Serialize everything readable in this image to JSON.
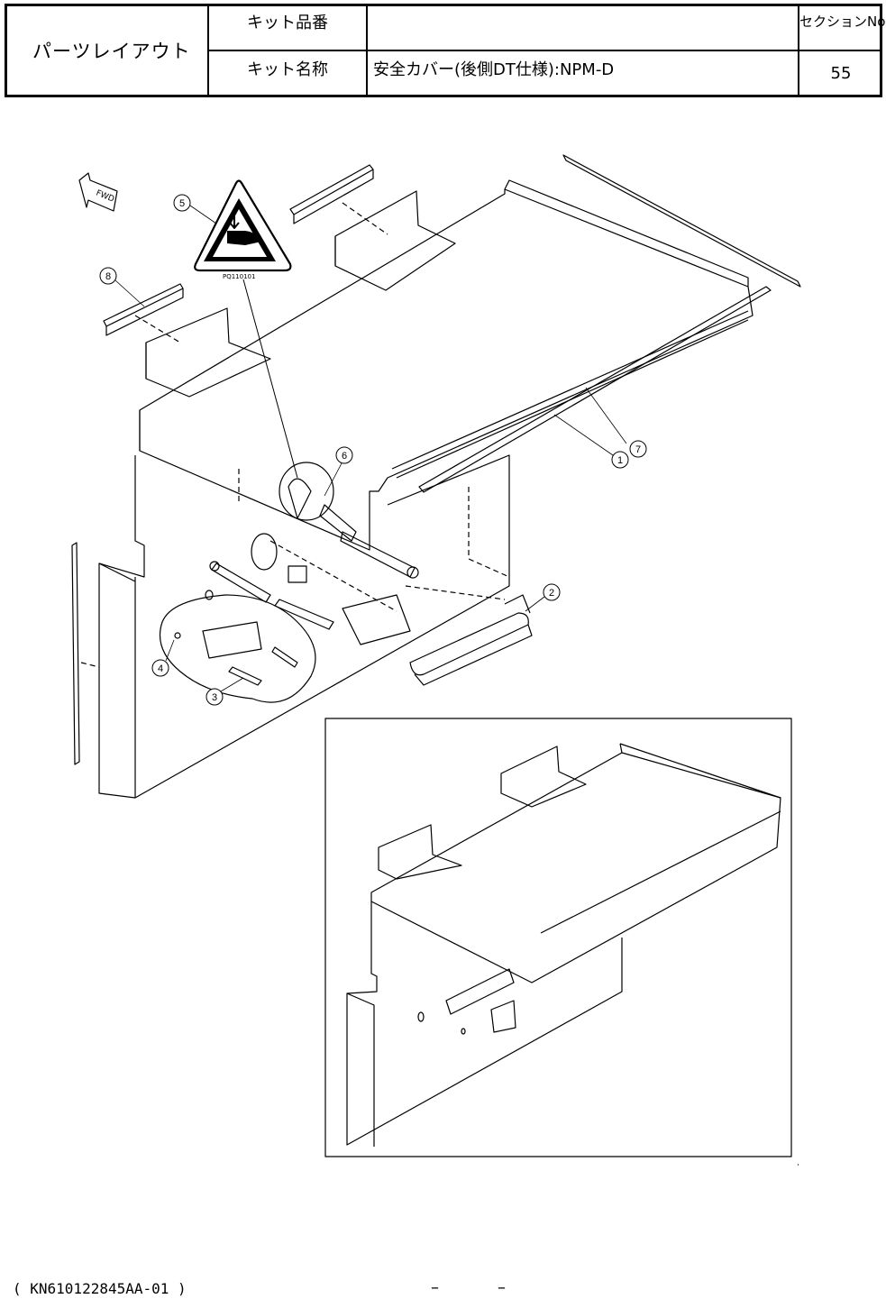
{
  "header": {
    "title": "パーツレイアウト",
    "kit_number_label": "キット品番",
    "kit_number_value": "",
    "kit_name_label": "キット名称",
    "kit_name_value": "安全カバー(後側DT仕様):NPM-D",
    "section_label": "セクションNo.",
    "section_value": "55"
  },
  "diagram": {
    "fwd_label": "FWD",
    "warning_label_code": "PQ110101",
    "callouts": [
      "1",
      "2",
      "3",
      "4",
      "5",
      "6",
      "7",
      "8"
    ]
  },
  "footer": {
    "doc_code": "( KN610122845AA-01 )",
    "dash_left": "–",
    "dash_right": "–"
  }
}
